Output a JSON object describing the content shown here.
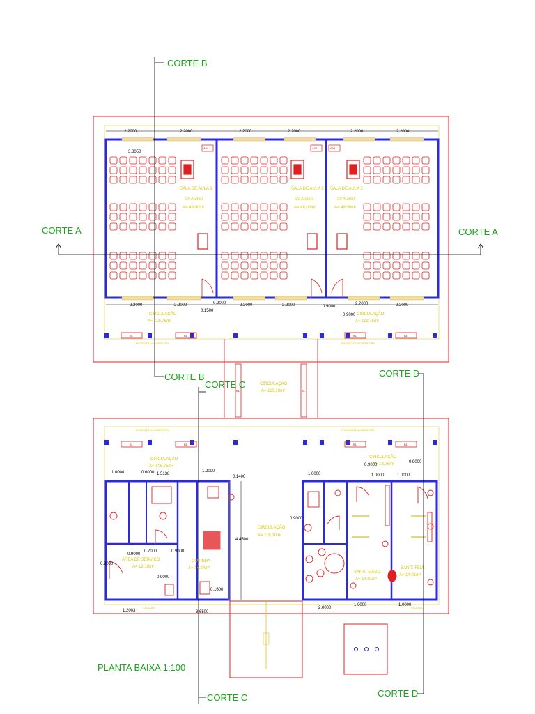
{
  "colors": {
    "wall": "#2b2bd8",
    "outline": "#e02020",
    "furniture": "#e02020",
    "annotation": "#d8c800",
    "cut_label": "#1aa51a",
    "cut_line": "#000000"
  },
  "cuts": {
    "corte_a_left": "CORTE A",
    "corte_a_right": "CORTE A",
    "corte_b_top": "CORTE B",
    "corte_b_mid": "CORTE B",
    "corte_c_mid": "CORTE C",
    "corte_c_bottom": "CORTE C",
    "corte_d_mid": "CORTE D",
    "corte_d_bottom": "CORTE D"
  },
  "title": "PLANTA BAIXA 1:100",
  "classroom_block": {
    "rooms": [
      {
        "name": "SALA DE AULA 1",
        "capacity": "30 Alunos",
        "area": "A= 48,00m²",
        "code": "A04"
      },
      {
        "name": "SALA DE AULA 2",
        "capacity": "30 Alunos",
        "area": "A= 48,00m²",
        "code": "A04"
      },
      {
        "name": "SALA DE AULA 3",
        "capacity": "30 Alunos",
        "area": "A= 48,00m²",
        "code": "A04"
      }
    ],
    "top_dims": [
      "2.2000",
      "2.2000",
      "2.2000",
      "2.2000",
      "2.2000",
      "2.2000"
    ],
    "bottom_dims": [
      "2.2000",
      "2.2000",
      "2.2000",
      "2.2000",
      "2.2000",
      "2.2000"
    ],
    "dim_desk": "3.8050",
    "door_dims": [
      "0.9000",
      "0.9000",
      "0.9000",
      "0.1500"
    ],
    "circulation_left": {
      "name": "CIRCULAÇÃO",
      "area": "A= 119,75m²"
    },
    "circulation_right": {
      "name": "CIRCULAÇÃO",
      "area": "A= 119,75m²"
    },
    "projection": "PROJEÇÃO DA COBERTURA",
    "window_code": "B1"
  },
  "middle": {
    "circulation": {
      "name": "CIRCULAÇÃO",
      "area": "A= 115,10m²"
    },
    "window_code": "B1"
  },
  "service_block": {
    "circulation_left": {
      "name": "CIRCULAÇÃO",
      "area": "A= 105,75m²"
    },
    "circulation_center": {
      "name": "CIRCULAÇÃO",
      "area": "A= 118,10m²"
    },
    "circulation_right": {
      "name": "CIRCULAÇÃO",
      "area": "A= 18,76m²"
    },
    "rooms": [
      {
        "name": "ÁREA DE SERVIÇO",
        "area": "A= 12,10m²"
      },
      {
        "name": "COZINHA",
        "area": "A= 14,24m²"
      },
      {
        "name": "SANIT. MASC.",
        "area": "A= 14,01m²"
      },
      {
        "name": "SANIT. FEM.",
        "area": "A= 14,01m²"
      }
    ],
    "dims_left": [
      "1.0000",
      "0.6000",
      "1.5138",
      "1.2000",
      "0.1400",
      "0.9000",
      "0.7000",
      "0.9000",
      "0.9000",
      "0.9000",
      "0.1600",
      "1.2003",
      "3.6500",
      "4.4500"
    ],
    "dims_right": [
      "1.0000",
      "0.9000",
      "1.0000",
      "1.0000",
      "0.9000",
      "0.9000",
      "2.0000",
      "1.0000",
      "1.0000"
    ],
    "projection": "PROJEÇÃO DA COBERTURA",
    "calcada": "CALÇADA",
    "window_code": "B1"
  }
}
